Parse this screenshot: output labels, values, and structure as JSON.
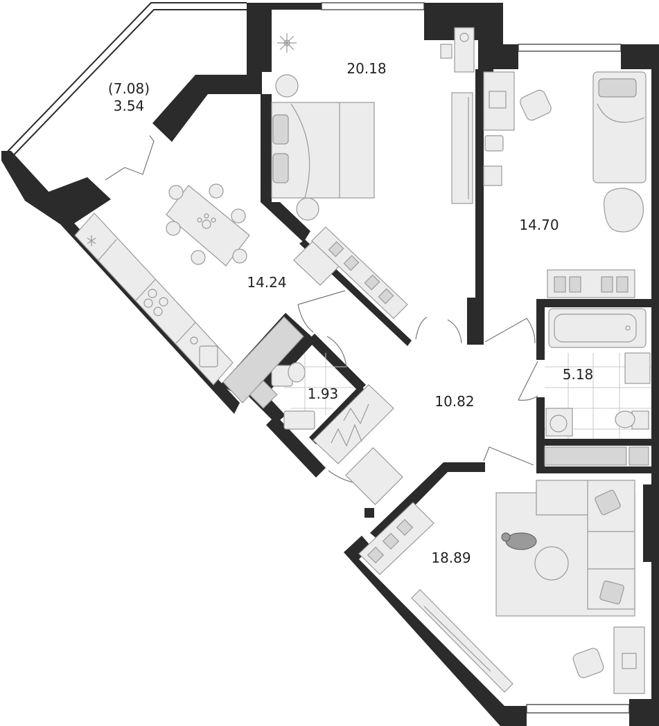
{
  "rooms": [
    {
      "id": "balcony",
      "label_top": "(7.08)",
      "label_bottom": "3.54"
    },
    {
      "id": "bedroom-1",
      "label": "20.18"
    },
    {
      "id": "bedroom-2",
      "label": "14.70"
    },
    {
      "id": "kitchen",
      "label": "14.24"
    },
    {
      "id": "bathroom",
      "label": "5.18"
    },
    {
      "id": "wc",
      "label": "1.93"
    },
    {
      "id": "hall",
      "label": "10.82"
    },
    {
      "id": "living-room",
      "label": "18.89"
    }
  ],
  "colors": {
    "wall": "#2b2b2b",
    "furniture": "#ececec",
    "furniture_dark": "#d6d6d6",
    "background": "#ffffff"
  }
}
